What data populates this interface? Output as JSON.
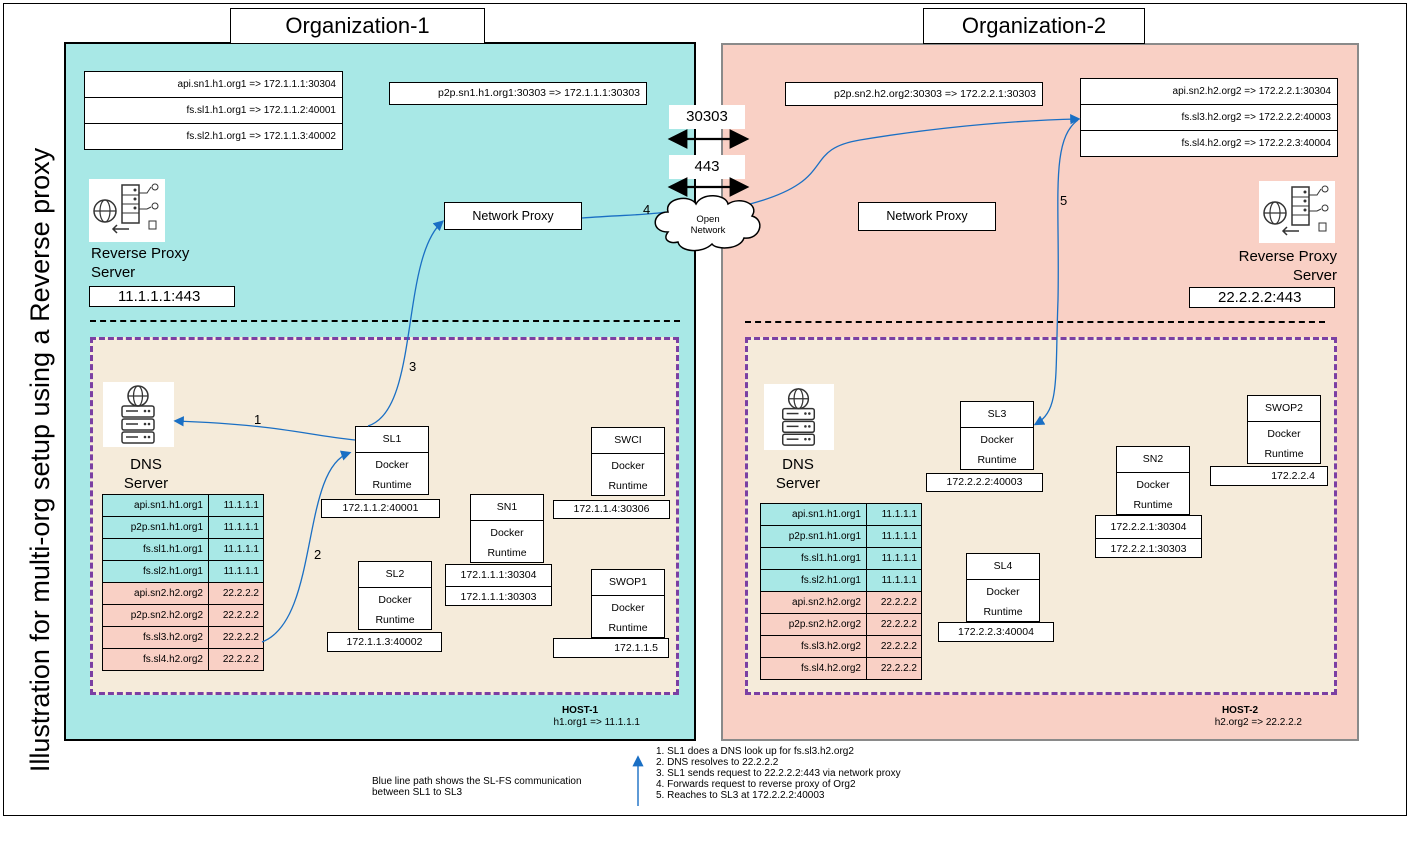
{
  "title": "Illustration for multi-org setup using a Reverse proxy",
  "org1": {
    "title": "Organization-1",
    "mappings": [
      "api.sn1.h1.org1 => 172.1.1.1:30304",
      "fs.sl1.h1.org1 => 172.1.1.2:40001",
      "fs.sl2.h1.org1 => 172.1.1.3:40002"
    ],
    "p2p": "p2p.sn1.h1.org1:30303 => 172.1.1.1:30303",
    "proxy_label": "Reverse Proxy Server",
    "proxy_ip": "11.1.1.1:443",
    "network_proxy": "Network Proxy",
    "dns_label": "DNS Server",
    "host": "HOST-1",
    "host_map": "h1.org1 => 11.1.1.1",
    "containers": {
      "sl1": {
        "name": "SL1",
        "d1": "Docker",
        "d2": "Runtime",
        "ip": "172.1.1.2:40001"
      },
      "sl2": {
        "name": "SL2",
        "d1": "Docker",
        "d2": "Runtime",
        "ip": "172.1.1.3:40002"
      },
      "sn1": {
        "name": "SN1",
        "d1": "Docker",
        "d2": "Runtime",
        "ip1": "172.1.1.1:30304",
        "ip2": "172.1.1.1:30303"
      },
      "swci": {
        "name": "SWCI",
        "d1": "Docker",
        "d2": "Runtime",
        "ip": "172.1.1.4:30306"
      },
      "swop1": {
        "name": "SWOP1",
        "d1": "Docker",
        "d2": "Runtime",
        "ip": "172.1.1.5"
      }
    }
  },
  "org2": {
    "title": "Organization-2",
    "mappings": [
      "api.sn2.h2.org2 => 172.2.2.1:30304",
      "fs.sl3.h2.org2 => 172.2.2.2:40003",
      "fs.sl4.h2.org2 => 172.2.2.3:40004"
    ],
    "p2p": "p2p.sn2.h2.org2:30303 => 172.2.2.1:30303",
    "proxy_label": "Reverse Proxy Server",
    "proxy_ip": "22.2.2.2:443",
    "network_proxy": "Network Proxy",
    "dns_label": "DNS Server",
    "host": "HOST-2",
    "host_map": "h2.org2 => 22.2.2.2",
    "containers": {
      "sl3": {
        "name": "SL3",
        "d1": "Docker",
        "d2": "Runtime",
        "ip": "172.2.2.2:40003"
      },
      "sl4": {
        "name": "SL4",
        "d1": "Docker",
        "d2": "Runtime",
        "ip": "172.2.2.3:40004"
      },
      "sn2": {
        "name": "SN2",
        "d1": "Docker",
        "d2": "Runtime",
        "ip1": "172.2.2.1:30304",
        "ip2": "172.2.2.1:30303"
      },
      "swop2": {
        "name": "SWOP2",
        "d1": "Docker",
        "d2": "Runtime",
        "ip": "172.2.2.4"
      }
    }
  },
  "dns_table": [
    {
      "host": "api.sn1.h1.org1",
      "ip": "11.1.1.1",
      "org": "1"
    },
    {
      "host": "p2p.sn1.h1.org1",
      "ip": "11.1.1.1",
      "org": "1"
    },
    {
      "host": "fs.sl1.h1.org1",
      "ip": "11.1.1.1",
      "org": "1"
    },
    {
      "host": "fs.sl2.h1.org1",
      "ip": "11.1.1.1",
      "org": "1"
    },
    {
      "host": "api.sn2.h2.org2",
      "ip": "22.2.2.2",
      "org": "2"
    },
    {
      "host": "p2p.sn2.h2.org2",
      "ip": "22.2.2.2",
      "org": "2"
    },
    {
      "host": "fs.sl3.h2.org2",
      "ip": "22.2.2.2",
      "org": "2"
    },
    {
      "host": "fs.sl4.h2.org2",
      "ip": "22.2.2.2",
      "org": "2"
    }
  ],
  "ports": {
    "p1": "30303",
    "p2": "443"
  },
  "cloud": {
    "line1": "Open",
    "line2": "Network"
  },
  "steps_markers": {
    "s1": "1",
    "s2": "2",
    "s3": "3",
    "s4": "4",
    "s5": "5"
  },
  "legend": {
    "line1": "Blue line path shows the SL-FS communication",
    "line2": "between SL1 to SL3",
    "steps": [
      "1. SL1 does a DNS look up for fs.sl3.h2.org2",
      "2. DNS resolves to 22.2.2.2",
      "3. SL1 sends request to 22.2.2.2:443 via network proxy",
      "4. Forwards request to reverse proxy of Org2",
      "5. Reaches to SL3 at 172.2.2.2:40003"
    ]
  },
  "colors": {
    "org1_bg": "#a8e8e6",
    "org2_bg": "#f9d0c5",
    "host_bg": "#f5ebda",
    "host_border": "#7b3fa3",
    "flow_line": "#1a6fc4"
  },
  "icons": [
    "reverse-proxy-server-icon",
    "dns-server-icon",
    "open-network-cloud-icon"
  ]
}
